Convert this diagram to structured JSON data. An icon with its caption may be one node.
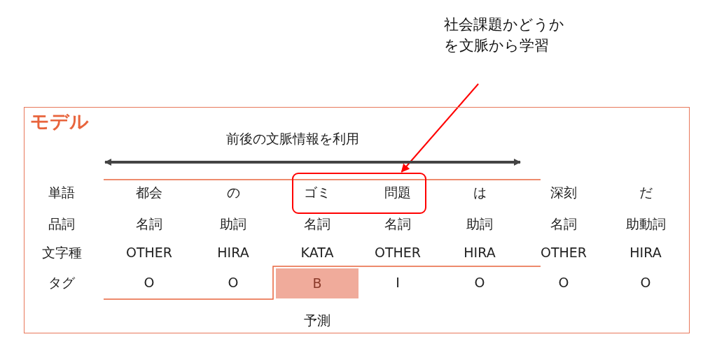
{
  "diagram": {
    "nodes": [
      {
        "text": [
          "モデル"
        ]
      },
      {
        "text": [
          "社会課題かどうかを文脈から学習"
        ]
      },
      {
        "text": [],
        "shape": "box",
        "in": 0
      }
    ],
    "edges": [
      {
        "from": 1,
        "to": 2,
        "arrow": "to",
        "color": "#ff0000"
      }
    ],
    "labels": [
      "前後の文脈情報を利用",
      "単語",
      "都会",
      "の",
      "ゴミ",
      "問題",
      "は",
      "深刻",
      "だ",
      "品詞",
      "名詞",
      "助詞",
      "名詞",
      "名詞",
      "助詞",
      "名詞",
      "助動詞",
      "文字種",
      "OTHER",
      "HIRA",
      "KATA",
      "OTHER",
      "HIRA",
      "OTHER",
      "HIRA",
      "タグ",
      "O",
      "O",
      "B",
      "I",
      "O",
      "O",
      "O",
      "予測"
    ]
  }
}
